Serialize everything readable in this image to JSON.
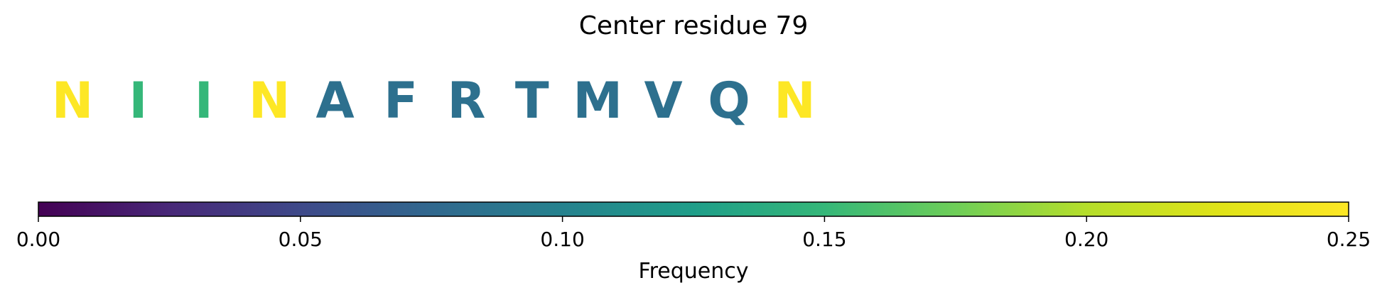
{
  "chart_data": {
    "type": "heatmap",
    "title": "Center residue 79",
    "colormap": "viridis",
    "residues": [
      {
        "letter": "N",
        "frequency": 0.25
      },
      {
        "letter": "I",
        "frequency": 0.15
      },
      {
        "letter": "I",
        "frequency": 0.15
      },
      {
        "letter": "N",
        "frequency": 0.25
      },
      {
        "letter": "A",
        "frequency": 0.083
      },
      {
        "letter": "F",
        "frequency": 0.083
      },
      {
        "letter": "R",
        "frequency": 0.083
      },
      {
        "letter": "T",
        "frequency": 0.083
      },
      {
        "letter": "M",
        "frequency": 0.083
      },
      {
        "letter": "V",
        "frequency": 0.083
      },
      {
        "letter": "Q",
        "frequency": 0.083
      },
      {
        "letter": "N",
        "frequency": 0.25
      }
    ],
    "colorbar": {
      "label": "Frequency",
      "range": [
        0.0,
        0.25
      ],
      "ticks": [
        0.0,
        0.05,
        0.1,
        0.15,
        0.2,
        0.25
      ],
      "tick_labels": [
        "0.00",
        "0.05",
        "0.10",
        "0.15",
        "0.20",
        "0.25"
      ]
    }
  }
}
